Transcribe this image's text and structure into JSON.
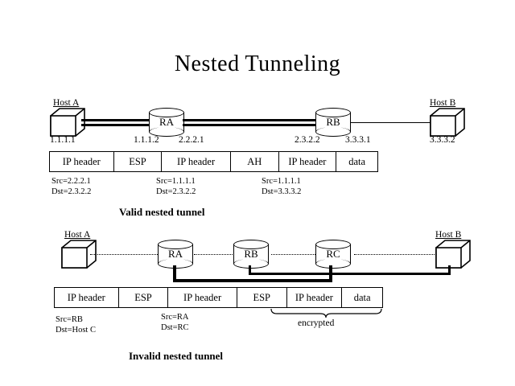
{
  "page": {
    "title": "Nested Tunneling",
    "background": "#ffffff",
    "ink": "#000000"
  },
  "diagram_valid": {
    "caption": "Valid nested tunnel",
    "nodes": [
      {
        "name": "Host A",
        "kind": "host",
        "address": "1.1.1.1"
      },
      {
        "name": "RA",
        "kind": "router",
        "address_left": "1.1.1.2",
        "address_right": "2.2.2.1"
      },
      {
        "name": "RB",
        "kind": "router",
        "address_left": "2.3.2.2",
        "address_right": "3.3.3.1"
      },
      {
        "name": "Host B",
        "kind": "host",
        "address": "3.3.3.2"
      }
    ],
    "packet": {
      "cells": [
        "IP header",
        "ESP",
        "IP header",
        "AH",
        "IP header",
        "data"
      ]
    },
    "annotations": [
      {
        "src": "Src=2.2.2.1",
        "dst": "Dst=2.3.2.2"
      },
      {
        "src": "Src=1.1.1.1",
        "dst": "Dst=2.3.2.2"
      },
      {
        "src": "Src=1.1.1.1",
        "dst": "Dst=3.3.3.2"
      }
    ]
  },
  "diagram_invalid": {
    "caption": "Invalid nested tunnel",
    "nodes": [
      {
        "name": "Host A",
        "kind": "host"
      },
      {
        "name": "RA",
        "kind": "router"
      },
      {
        "name": "RB",
        "kind": "router"
      },
      {
        "name": "RC",
        "kind": "router"
      },
      {
        "name": "Host B",
        "kind": "host"
      }
    ],
    "packet": {
      "cells": [
        "IP header",
        "ESP",
        "IP header",
        "ESP",
        "IP header",
        "data"
      ]
    },
    "annotations": [
      {
        "src": "Src=RB",
        "dst": "Dst=Host C"
      },
      {
        "src": "Src=RA",
        "dst": "Dst=RC"
      }
    ],
    "brace_label": "encrypted"
  }
}
